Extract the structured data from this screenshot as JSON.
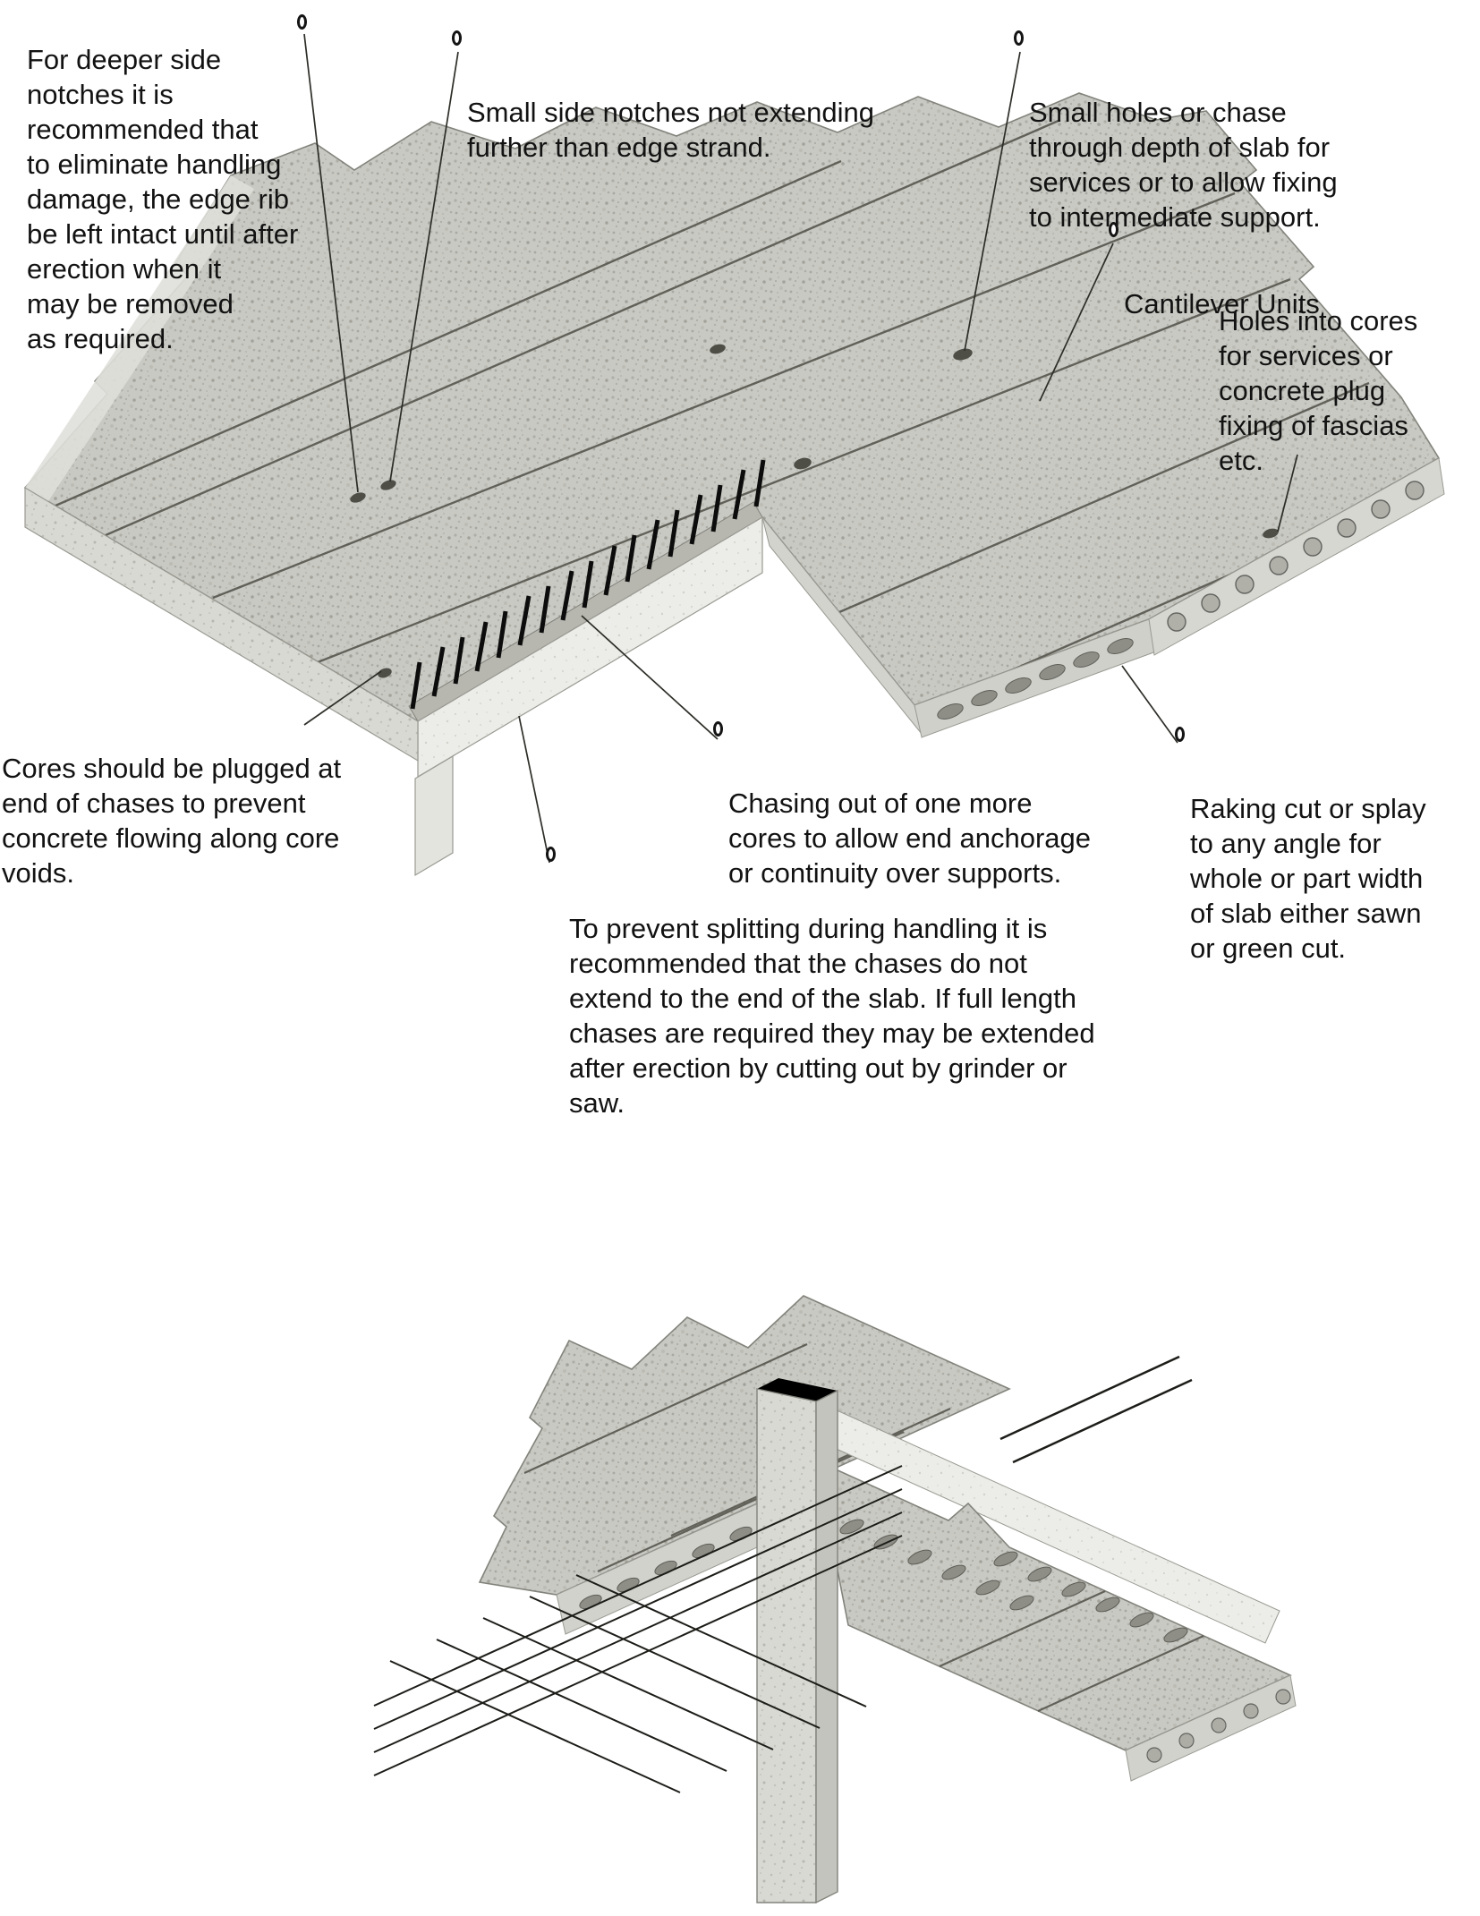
{
  "page": {
    "background": "#ffffff",
    "description": "Hollow-core precast concrete slab detailing diagram"
  },
  "figure1": {
    "name": "slab-detailing-isometric",
    "annotations": {
      "deeper_side_notches": "For deeper side\nnotches it is\nrecommended that\nto eliminate handling\ndamage, the edge rib\nbe left intact until after\nerection when it\nmay be removed\nas required.",
      "small_side_notches": "Small side notches not extending\nfurther than edge strand.",
      "small_holes": "Small holes or chase\nthrough depth of slab for\nservices or to allow fixing\nto intermediate support.",
      "cantilever_units": "Cantilever Units",
      "holes_into_cores": "Holes into cores\nfor services or\nconcrete plug\nfixing of fascias\netc.",
      "cores_plugged": "Cores should be plugged at\nend of chases to prevent\nconcrete flowing along core\nvoids.",
      "chasing_out": "Chasing out of one more\ncores to allow end anchorage\nor continuity over supports.",
      "prevent_splitting": "To prevent splitting during handling it is\nrecommended that the chases do not\nextend to the end of the slab. If full length\nchases are required they may be extended\nafter erection by cutting out by grinder or\nsaw.",
      "raking_cut": "Raking cut or splay\nto any angle for\nwhole or part width\nof slab either sawn\nor green cut."
    }
  },
  "figure2": {
    "name": "slab-to-column-junction-isometric"
  },
  "colors": {
    "slab_surface": "#c9c9c4",
    "slab_side": "#d9d9d4",
    "support_beam": "#ecece8",
    "joint_line": "#56564e",
    "strand": "#0c0c0c",
    "core_hole": "#8e8e87",
    "leader_line": "#2d2d28",
    "text": "#121212"
  }
}
